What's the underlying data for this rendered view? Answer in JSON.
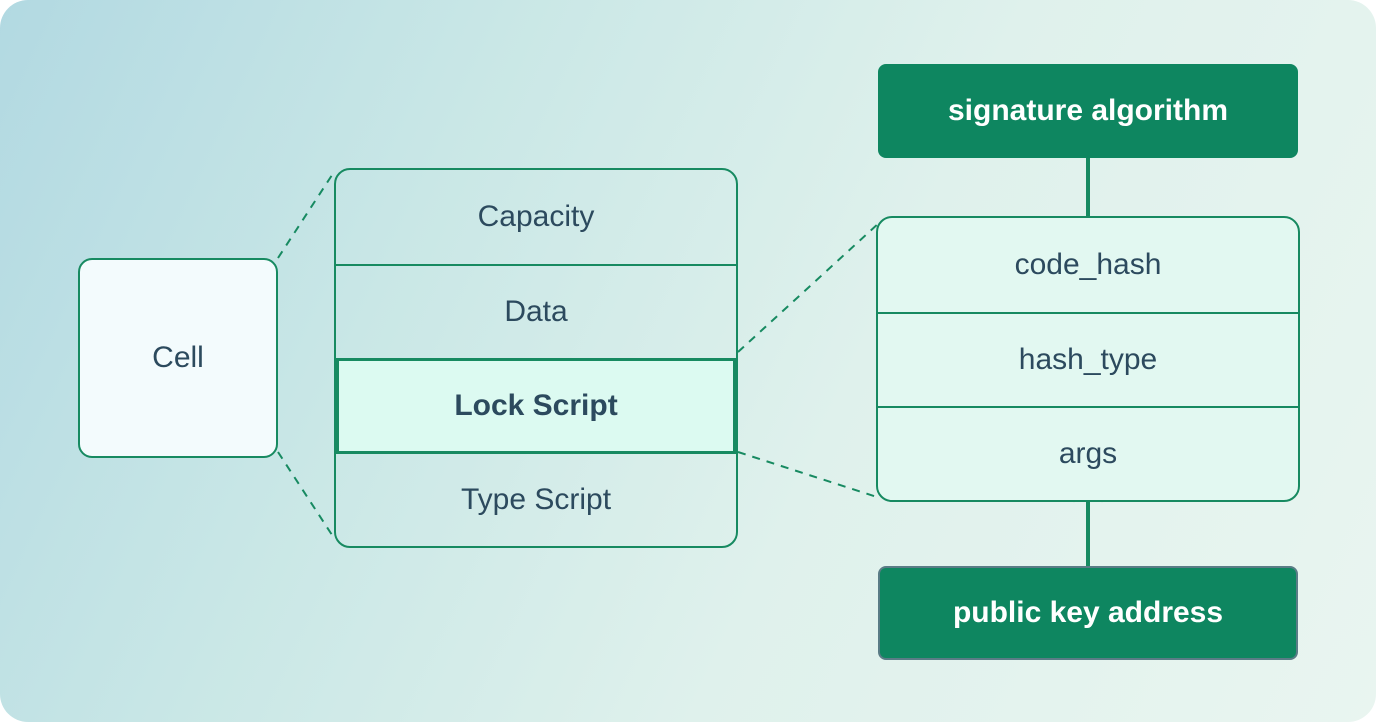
{
  "cell": {
    "label": "Cell"
  },
  "cell_fields": [
    "Capacity",
    "Data",
    "Lock Script",
    "Type Script"
  ],
  "script_fields": [
    "code_hash",
    "hash_type",
    "args"
  ],
  "inputs": {
    "signature": "signature algorithm",
    "public_key": "public key address"
  },
  "colors": {
    "accent": "#178a61",
    "highlight_fill": "#dcfaf1",
    "input_fill": "#0e8660",
    "text": "#2c4a5e"
  }
}
